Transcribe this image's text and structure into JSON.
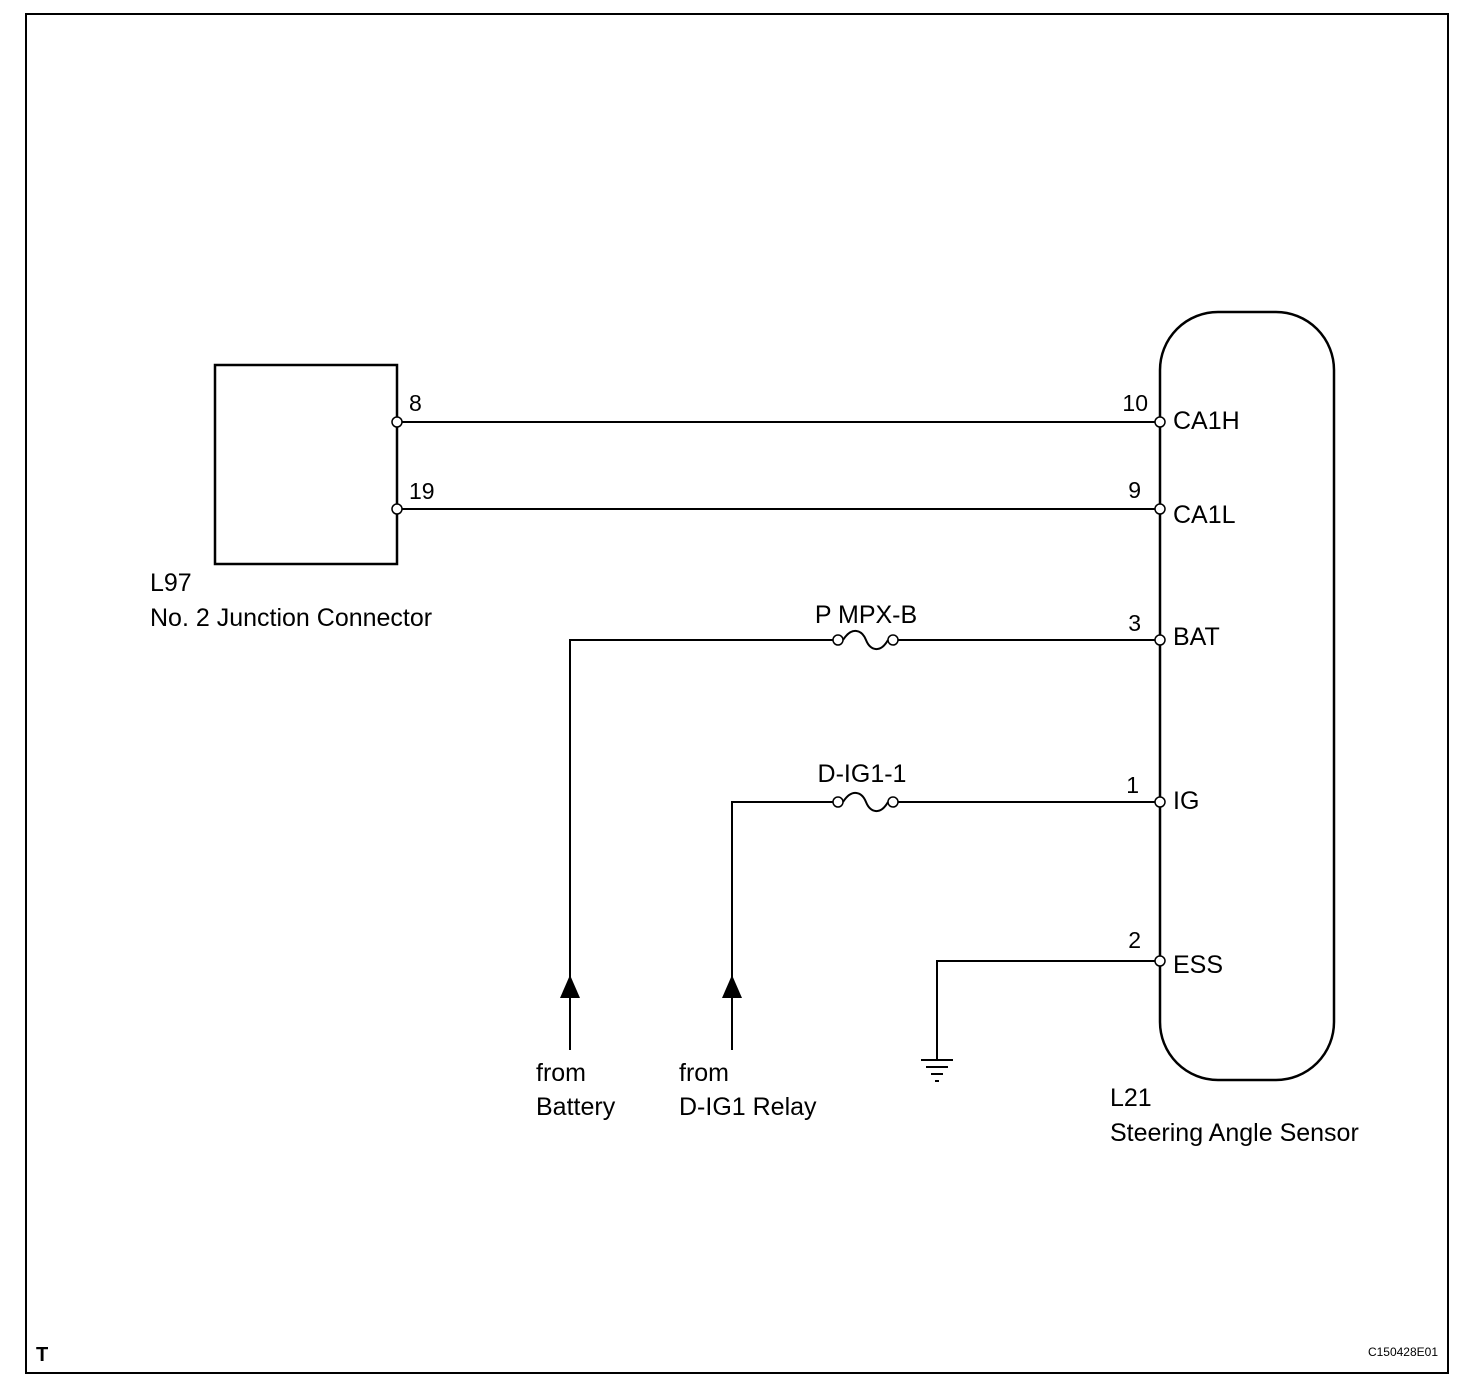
{
  "connector_l97": {
    "id": "L97",
    "name": "No. 2 Junction Connector",
    "pins": [
      "8",
      "19"
    ]
  },
  "sensor_l21": {
    "id": "L21",
    "name": "Steering Angle Sensor",
    "pins": [
      {
        "num": "10",
        "name": "CA1H"
      },
      {
        "num": "9",
        "name": "CA1L"
      },
      {
        "num": "3",
        "name": "BAT"
      },
      {
        "num": "1",
        "name": "IG"
      },
      {
        "num": "2",
        "name": "ESS"
      }
    ]
  },
  "fuses": {
    "bat": "P MPX-B",
    "ig": "D-IG1-1"
  },
  "sources": {
    "battery": {
      "line1": "from",
      "line2": "Battery"
    },
    "relay": {
      "line1": "from",
      "line2": "D-IG1 Relay"
    }
  },
  "footer": {
    "corner_mark": "T",
    "figure_code": "C150428E01"
  }
}
